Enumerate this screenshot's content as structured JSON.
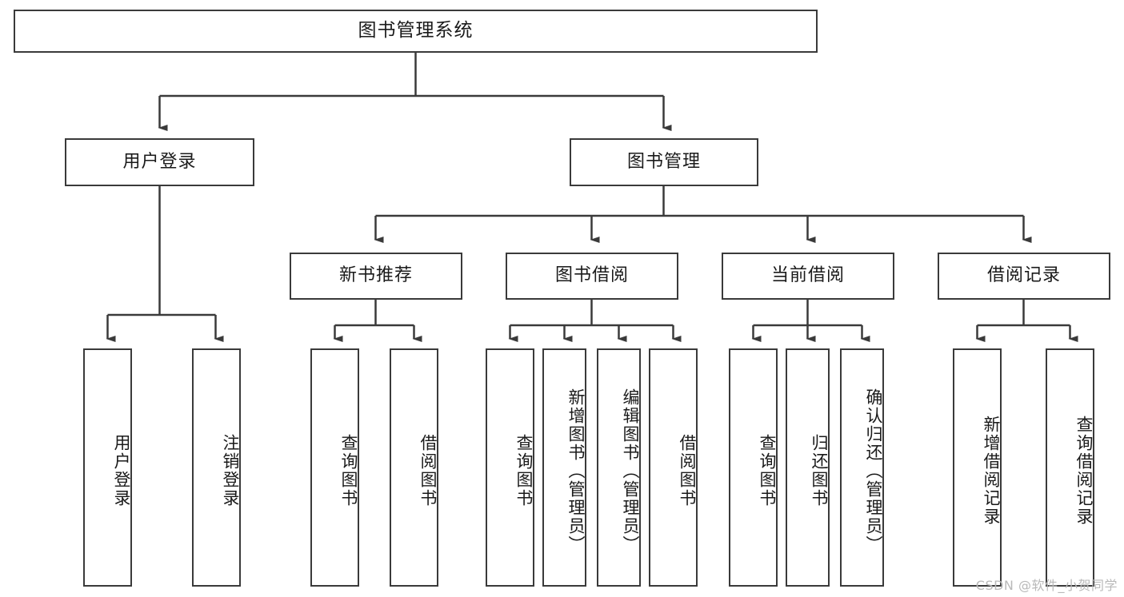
{
  "diagram": {
    "title": "图书管理系统",
    "type": "tree-hierarchy-chart",
    "colors": {
      "box_border": "#3a3a3a",
      "box_fill": "#ffffff",
      "connector": "#3a3a3a",
      "text": "#1a1a1a",
      "watermark": "#b9b9b9"
    },
    "root": {
      "label": "图书管理系统"
    },
    "level2": [
      {
        "label": "用户登录"
      },
      {
        "label": "图书管理"
      }
    ],
    "level3": [
      {
        "label": "新书推荐"
      },
      {
        "label": "图书借阅"
      },
      {
        "label": "当前借阅"
      },
      {
        "label": "借阅记录"
      }
    ],
    "leaves": {
      "user_login": [
        {
          "label": "用户登录"
        },
        {
          "label": "注销登录"
        }
      ],
      "new_book_recommend": [
        {
          "label": "查询图书"
        },
        {
          "label": "借阅图书"
        }
      ],
      "book_borrow": [
        {
          "label": "查询图书"
        },
        {
          "label": "新增图书（管理员）"
        },
        {
          "label": "编辑图书（管理员）"
        },
        {
          "label": "借阅图书"
        }
      ],
      "current_borrow": [
        {
          "label": "查询图书"
        },
        {
          "label": "归还图书"
        },
        {
          "label": "确认归还（管理员）"
        }
      ],
      "borrow_record": [
        {
          "label": "新增借阅记录"
        },
        {
          "label": "查询借阅记录"
        }
      ]
    }
  },
  "watermark": {
    "text": "CSDN @软件_小贺同学"
  }
}
